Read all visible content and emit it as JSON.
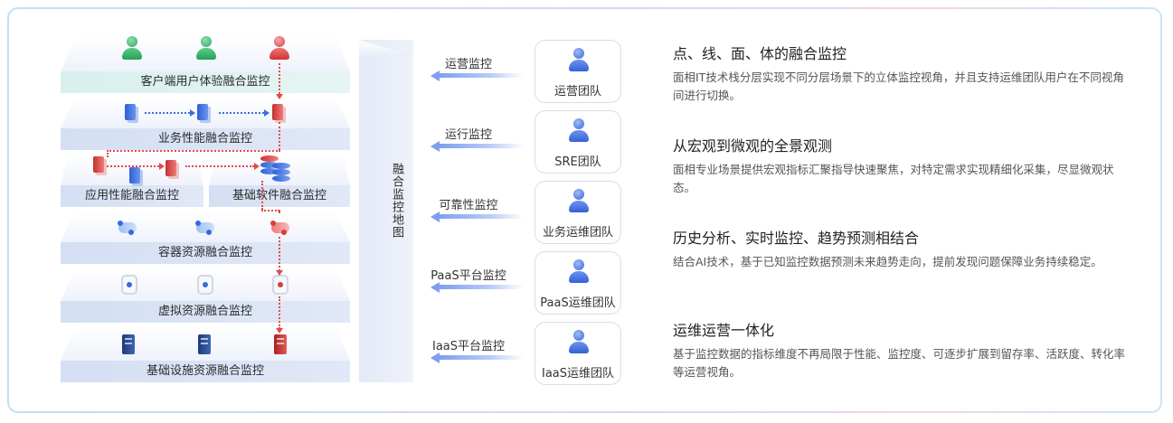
{
  "layers": [
    {
      "label": "客户端用户体验融合监控"
    },
    {
      "label": "业务性能融合监控"
    },
    {
      "label": "应用性能融合监控"
    },
    {
      "label": "基础软件融合监控"
    },
    {
      "label": "容器资源融合监控"
    },
    {
      "label": "虚拟资源融合监控"
    },
    {
      "label": "基础设施资源融合监控"
    }
  ],
  "pillar_label": "融合监控地图",
  "monitors": [
    {
      "label": "运营监控",
      "team": "运营团队"
    },
    {
      "label": "运行监控",
      "team": "SRE团队"
    },
    {
      "label": "可靠性监控",
      "team": "业务运维团队"
    },
    {
      "label": "PaaS平台监控",
      "team": "PaaS运维团队"
    },
    {
      "label": "IaaS平台监控",
      "team": "IaaS运维团队"
    }
  ],
  "features": [
    {
      "title": "点、线、面、体的融合监控",
      "desc": "面相IT技术栈分层实现不同分层场景下的立体监控视角，并且支持运维团队用户在不同视角间进行切换。"
    },
    {
      "title": "从宏观到微观的全景观测",
      "desc": "面相专业场景提供宏观指标汇聚指导快速聚焦，对特定需求实现精细化采集，尽显微观状态。"
    },
    {
      "title": "历史分析、实时监控、趋势预测相结合",
      "desc": "结合AI技术，基于已知监控数据预测未来趋势走向，提前发现问题保障业务持续稳定。"
    },
    {
      "title": "运维运营一体化",
      "desc": "基于监控数据的指标维度不再局限于性能、监控度、可逐步扩展到留存率、活跃度、转化率等运营视角。"
    }
  ],
  "colors": {
    "accent_blue": "#3b6fe0",
    "alert_red": "#e24c4c",
    "card_border": "#d9dde5"
  }
}
